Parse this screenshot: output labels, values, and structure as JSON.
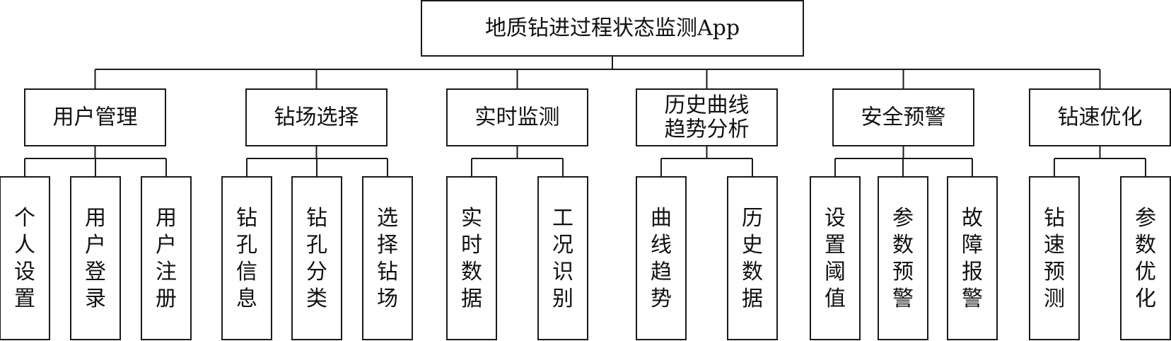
{
  "root": {
    "label": "地质钻进过程状态监测App"
  },
  "modules": [
    {
      "lines": [
        "用户管理"
      ],
      "children": [
        "个人设置",
        "用户登录",
        "用户注册"
      ]
    },
    {
      "lines": [
        "钻场选择"
      ],
      "children": [
        "钻孔信息",
        "钻孔分类",
        "选择钻场"
      ]
    },
    {
      "lines": [
        "实时监测"
      ],
      "children": [
        "实时数据",
        "工况识别"
      ]
    },
    {
      "lines": [
        "历史曲线",
        "趋势分析"
      ],
      "children": [
        "曲线趋势",
        "历史数据"
      ]
    },
    {
      "lines": [
        "安全预警"
      ],
      "children": [
        "设置阈值",
        "参数预警",
        "故障报警"
      ]
    },
    {
      "lines": [
        "钻速优化"
      ],
      "children": [
        "钻速预测",
        "参数优化"
      ]
    }
  ]
}
